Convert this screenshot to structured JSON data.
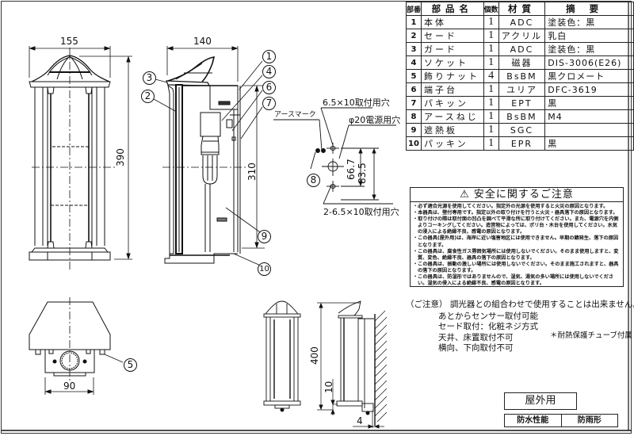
{
  "parts_table": {
    "headers": [
      "部番",
      "部品名",
      "個数",
      "材質",
      "摘要"
    ],
    "rows": [
      {
        "no": "1",
        "name": "本体",
        "qty": "1",
        "material": "ADC",
        "remark": "塗装色：黒"
      },
      {
        "no": "2",
        "name": "セード",
        "qty": "1",
        "material": "アクリル",
        "remark": "乳白"
      },
      {
        "no": "3",
        "name": "ガード",
        "qty": "1",
        "material": "ADC",
        "remark": "塗装色：黒"
      },
      {
        "no": "4",
        "name": "ソケット",
        "qty": "1",
        "material": "磁器",
        "remark": "DIS-3006(E26)"
      },
      {
        "no": "5",
        "name": "飾りナット",
        "qty": "4",
        "material": "BsBM",
        "remark": "黒クロメート"
      },
      {
        "no": "6",
        "name": "端子台",
        "qty": "1",
        "material": "ユリア",
        "remark": "DFC-3619"
      },
      {
        "no": "7",
        "name": "パキッン",
        "qty": "1",
        "material": "EPT",
        "remark": "黒"
      },
      {
        "no": "8",
        "name": "アースねじ",
        "qty": "1",
        "material": "BsBM",
        "remark": "M4"
      },
      {
        "no": "9",
        "name": "遮熱板",
        "qty": "1",
        "material": "SGC",
        "remark": ""
      },
      {
        "no": "10",
        "name": "パッキン",
        "qty": "1",
        "material": "EPR",
        "remark": "黒"
      }
    ]
  },
  "dimensions": {
    "front_width": "155",
    "front_height": "390",
    "side_depth": "140",
    "side_mount": "310",
    "top_width": "90",
    "small_height": "400",
    "small_offset": "10",
    "wall_gap": "4",
    "hole_pitch_inner": "66.7",
    "hole_pitch_outer": "83.5"
  },
  "mount_labels": {
    "top_hole": "6.5×10取付用穴",
    "power_hole": "φ20電源用穴",
    "earth_mark": "アースマーク",
    "bottom_holes": "2-6.5×10取付用穴"
  },
  "callouts": [
    "1",
    "2",
    "3",
    "4",
    "5",
    "6",
    "7",
    "8",
    "9",
    "10"
  ],
  "safety": {
    "title": "安全に関するご注意",
    "items": [
      "・必ず適合光源を使用してください。指定外の光源を使用すると火災の原因となります。",
      "・本器具は、壁付専用です。指定以外の取り付けを行うと火災・器具落下の原因となります。",
      "・取り付けの際は取付面の凹凸を調べて平滑な所に取り付けてください。また、電源穴を内側よりコーキングしてください。造営物によっては、ポリ台・木台を使用してください。水気の浸入による絶縁不良、感電の原因となります。",
      "・この器具(屋外用)は、海岸に近い塩害地区には使用できません。早期の錆発生、落下の原因となります。",
      "・この器具は、腐食性ガス雰囲気場所には使用しないでください。そのまま使用しますと、変質、変色、絶縁不良、器具の落下の原因となります。",
      "・この器具は、振動の激しい場所には使用しないでください。そのまま施工されますと、器具の落下の原因となります。",
      "・この器具は、防湿形ではありませんので、湿気、湯気の多い場所には使用しないでください。湿気の侵入による絶縁不良、感電の原因となります。"
    ]
  },
  "notes": {
    "caution": "（ご注意） 調光器との組合わせで使用することは出来ません。",
    "line1": "あとからセンサー取付可能",
    "line2": "セード取付：化粧ネジ方式",
    "line3": "天井、床置取付不可",
    "line4": "横向、下向取付不可",
    "accessory": "＊耐熱保護チューブ付属"
  },
  "rating": {
    "usage": "屋外用",
    "waterproof_label": "防水性能",
    "waterproof_value": "防雨形"
  }
}
